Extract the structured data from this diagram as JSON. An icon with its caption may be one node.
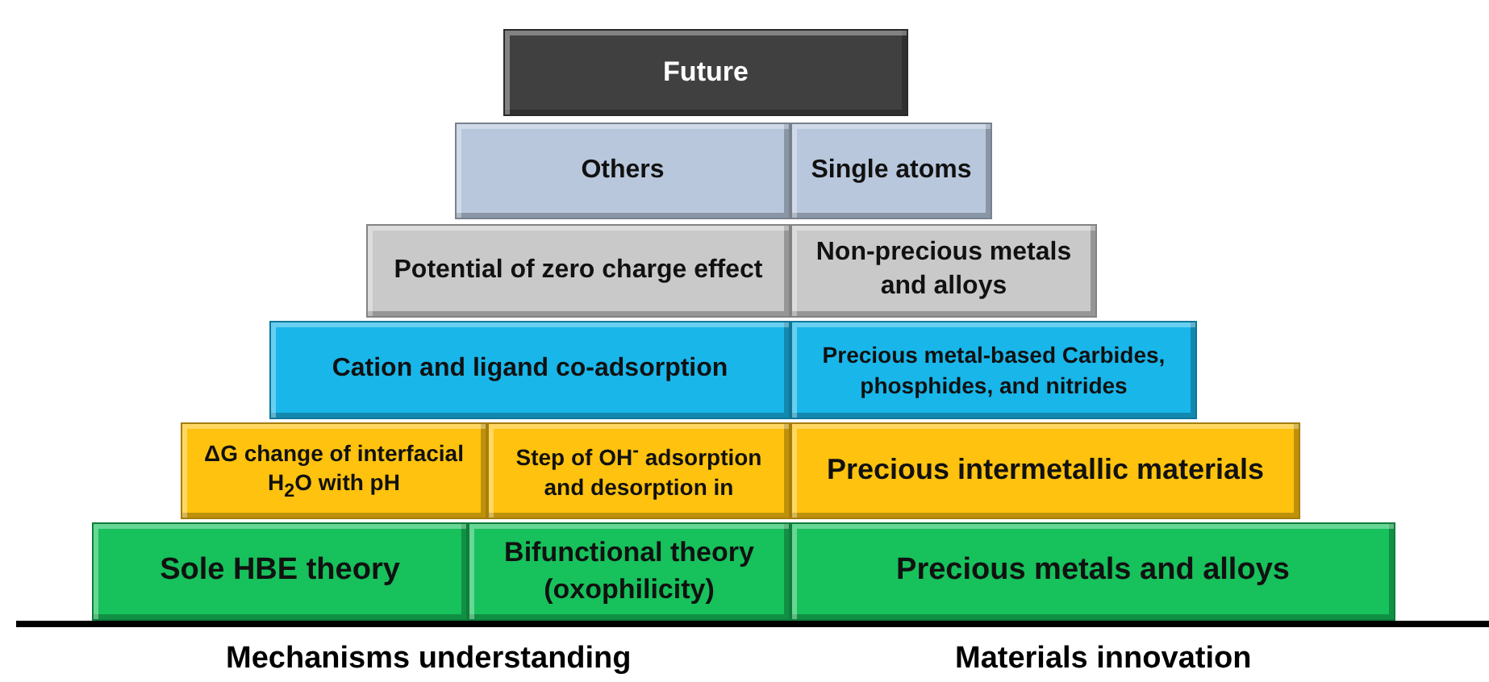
{
  "diagram": {
    "nodes": [
      {
        "text": [
          "Future"
        ]
      },
      {
        "text": [
          "Others"
        ]
      },
      {
        "text": [
          "Single atoms"
        ]
      },
      {
        "text": [
          "Potential of zero charge effect"
        ]
      },
      {
        "text": [
          "Non-precious metals and alloys"
        ]
      },
      {
        "text": [
          "Cation and ligand co-adsorption"
        ]
      },
      {
        "text": [
          "Precious metal-based Carbides, phosphides, and nitrides"
        ]
      },
      {
        "text": [
          "ΔG change of interfacial H$_{2}$O with pH"
        ]
      },
      {
        "text": [
          "Step of OH$^{-}$ adsorption and desorption in"
        ]
      },
      {
        "text": [
          "Precious intermetallic materials"
        ]
      },
      {
        "text": [
          "Sole HBE theory"
        ]
      },
      {
        "text": [
          "Bifunctional theory (oxophilicity)"
        ]
      },
      {
        "text": [
          "Precious metals and alloys"
        ]
      }
    ],
    "labels": [
      "Mechanisms understanding",
      "Materials innovation"
    ]
  }
}
